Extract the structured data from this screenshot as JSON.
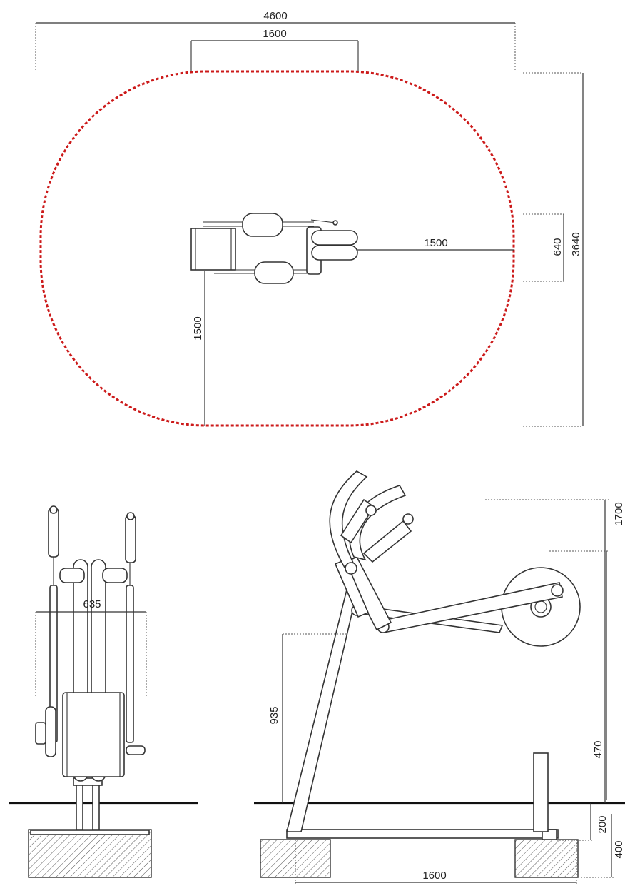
{
  "colors": {
    "safety_zone": "#cc1a1a",
    "lines": "#333333",
    "background": "#ffffff"
  },
  "plan": {
    "width_total": "4600",
    "width_equipment_zone": "1600",
    "depth_total": "3640",
    "depth_equipment": "640",
    "clearance_front": "1500",
    "clearance_side": "1500"
  },
  "front_view": {
    "handle_spacing": "635"
  },
  "side_view": {
    "height_total": "1700",
    "height_pedal_pivot": "935",
    "wheel_height": "470",
    "footing_above": "200",
    "footing_depth": "400",
    "footing_span": "1600"
  }
}
